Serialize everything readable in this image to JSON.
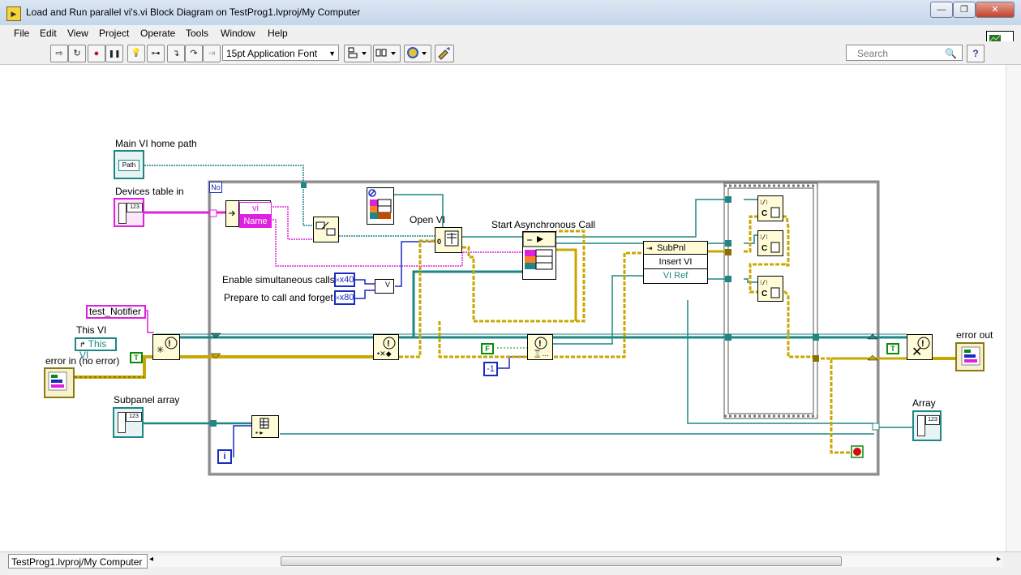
{
  "window": {
    "title": "Load and Run parallel vi's.vi Block Diagram on TestProg1.lvproj/My Computer",
    "minimize_glyph": "—",
    "restore_glyph": "❐",
    "close_glyph": "✕"
  },
  "menu": {
    "items": [
      "File",
      "Edit",
      "View",
      "Project",
      "Operate",
      "Tools",
      "Window",
      "Help"
    ]
  },
  "toolbar": {
    "buttons": [
      {
        "icon": "run-arrow-icon",
        "glyph": "⇨"
      },
      {
        "icon": "run-continuously-icon",
        "glyph": "↻"
      },
      {
        "icon": "abort-icon",
        "glyph": "●"
      },
      {
        "icon": "pause-icon",
        "glyph": "❚❚"
      },
      {
        "icon": "highlight-execution-icon",
        "glyph": "💡"
      },
      {
        "icon": "retain-wire-values-icon",
        "glyph": "⊶"
      },
      {
        "icon": "step-into-icon",
        "glyph": "↴"
      },
      {
        "icon": "step-over-icon",
        "glyph": "↷"
      },
      {
        "icon": "step-out-icon",
        "glyph": "⇥"
      }
    ],
    "font": "15pt Application Font",
    "search_placeholder": "Search",
    "help_glyph": "?"
  },
  "diagram": {
    "labels": {
      "main_vi_home_path": "Main VI home path",
      "devices_table_in": "Devices table in",
      "enable_simultaneous": "Enable simultaneous calls",
      "prepare_call_forget": "Prepare to call and forget",
      "open_vi": "Open VI",
      "start_async": "Start Asynchronous Call",
      "this_vi_label": "This VI",
      "error_in": "error in (no error)",
      "subpanel_array": "Subpanel array",
      "error_out": "error out",
      "array": "Array"
    },
    "constants": {
      "test_notifier": "test_Notifier",
      "this_vi_ref": "This VI",
      "hex40": "x40",
      "hex80": "x80",
      "minus_one": "-1",
      "bool_true": "T",
      "bool_false": "F",
      "loop_iteration": "i",
      "loop_condition": "No"
    },
    "nodes": {
      "unbundle_vi": "vi",
      "unbundle_name": "Name",
      "subpanel_class": "SubPnl",
      "insert_vi": "Insert VI",
      "vi_ref": "VI Ref",
      "path_terminal": "Path",
      "numeric_terminal": "123",
      "open_vi_zero": "0",
      "or_gate": "V",
      "call_c": "C"
    },
    "colors": {
      "error_wire": "#c8a800",
      "reference_wire": "#1f8585",
      "path_wire": "#1f8585",
      "string_wire": "#e020e0",
      "numeric_wire": "#1a2cbf",
      "boolean_wire": "#0b8a0b"
    }
  },
  "status": {
    "context": "TestProg1.lvproj/My Computer"
  }
}
